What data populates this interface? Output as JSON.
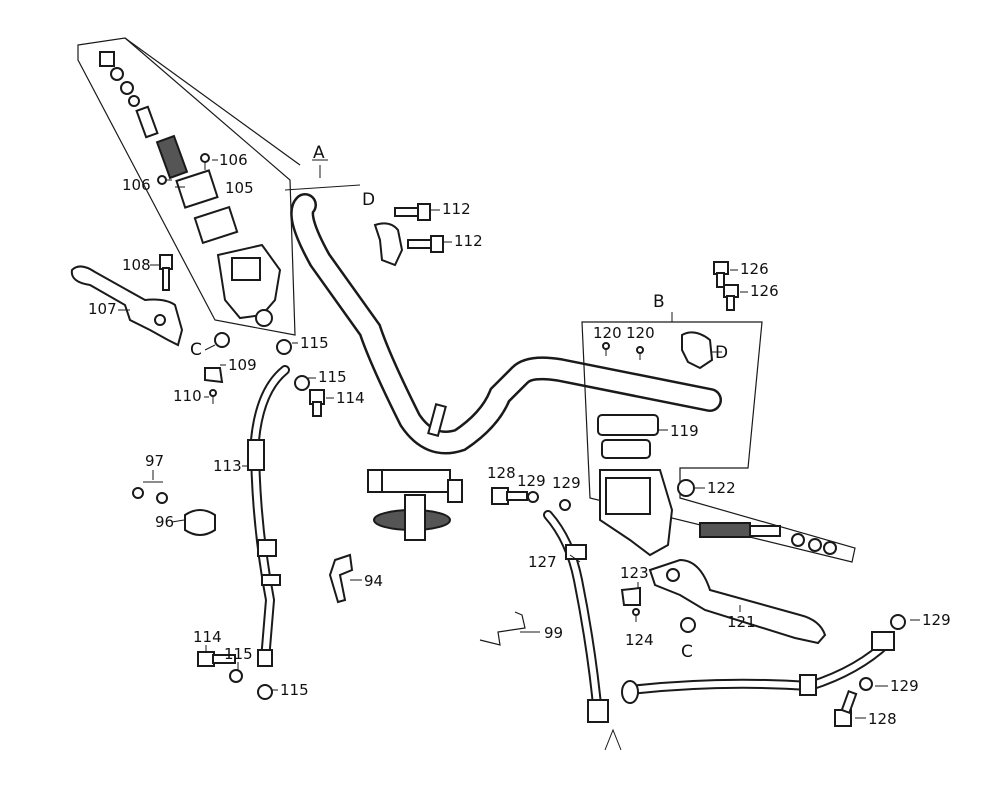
{
  "diagram": {
    "labels": {
      "A": "A",
      "B": "B",
      "C_left": "C",
      "C_right": "C",
      "D_top": "D",
      "D_right": "D",
      "l94": "94",
      "l96": "96",
      "l97": "97",
      "l99": "99",
      "l105": "105",
      "l106a": "106",
      "l106b": "106",
      "l107": "107",
      "l108": "108",
      "l109": "109",
      "l110": "110",
      "l112a": "112",
      "l112b": "112",
      "l113": "113",
      "l114a": "114",
      "l114b": "114",
      "l115a": "115",
      "l115b": "115",
      "l115c": "115",
      "l115d": "115",
      "l119": "119",
      "l120a": "120",
      "l120b": "120",
      "l121": "121",
      "l122": "122",
      "l123": "123",
      "l124": "124",
      "l126a": "126",
      "l126b": "126",
      "l127": "127",
      "l128a": "128",
      "l128b": "128",
      "l129a": "129",
      "l129b": "129",
      "l129c": "129",
      "l129d": "129"
    }
  }
}
